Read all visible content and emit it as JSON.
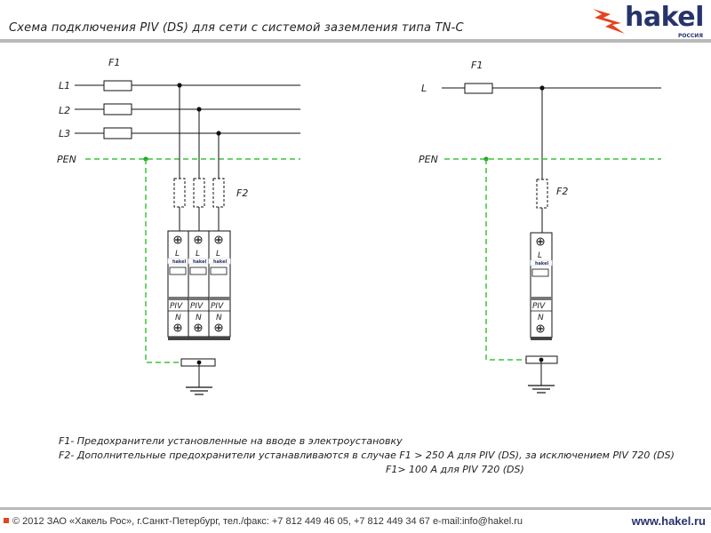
{
  "title": "Схема подключения PIV (DS) для сети с системой заземления типа TN-C",
  "brand": {
    "name": "hakel",
    "sub": "РОССИЯ",
    "red": "#e2451f",
    "blue": "#27336b"
  },
  "left_diagram": {
    "f1_label": "F1",
    "f2_label": "F2",
    "lines": [
      "L1",
      "L2",
      "L3"
    ],
    "pen_label": "PEN",
    "module_top_label": "L",
    "module_brand": "hakel",
    "module_type": "PIV",
    "module_bottom_label": "N"
  },
  "right_diagram": {
    "f1_label": "F1",
    "f2_label": "F2",
    "line_label": "L",
    "pen_label": "PEN",
    "module_top_label": "L",
    "module_brand": "hakel",
    "module_type": "PIV",
    "module_bottom_label": "N"
  },
  "notes": {
    "f1": "F1- Предохранители установленные на вводе в электроустановку",
    "f2": "F2- Дополнительные предохранители устанавливаются в случае F1 > 250 A для PIV (DS), за исключением PIV 720 (DS)",
    "f2_cont": "F1> 100 A для  PIV 720 (DS)"
  },
  "footer": {
    "copyright": "© 2012 ЗАО «Хакель Рос», г.Санкт-Петербург, тел./факс: +7 812 449 46 05, +7 812 449 34 67    e-mail:info@hakel.ru",
    "website": "www.hakel.ru"
  },
  "colors": {
    "pen": "#3cc43c",
    "wire": "#111111"
  }
}
